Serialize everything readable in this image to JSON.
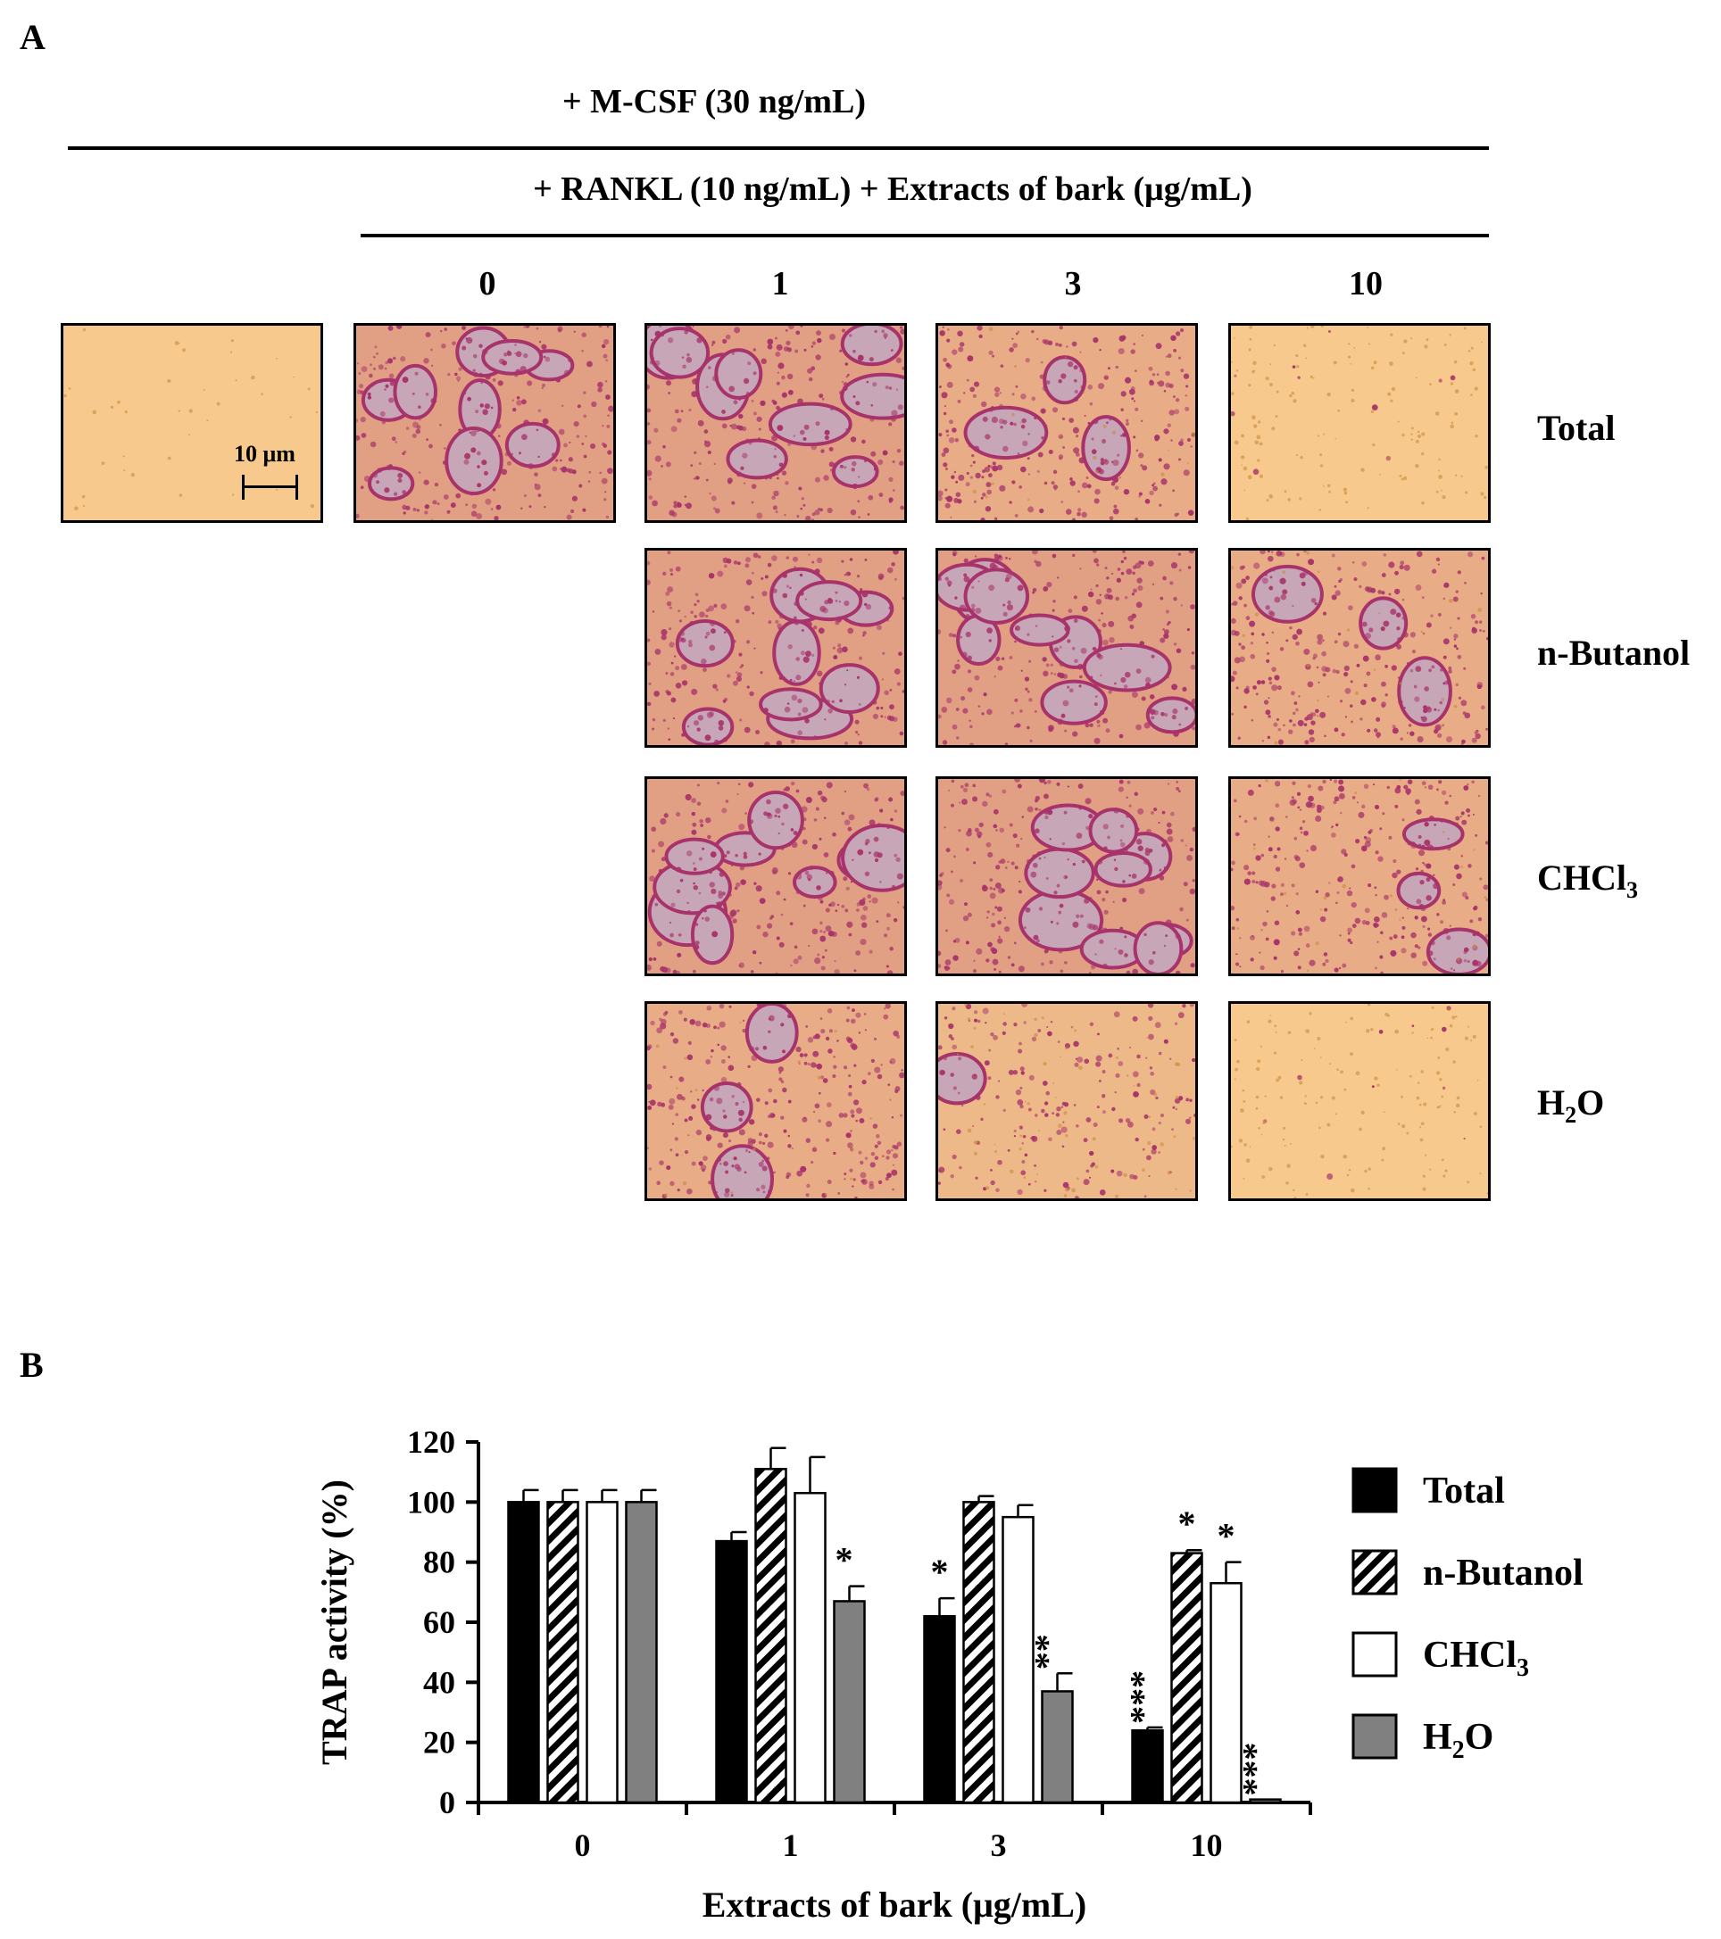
{
  "panel_a": {
    "letter": "A",
    "header1": "+ M-CSF (30 ng/mL)",
    "header2": "+ RANKL  (10 ng/mL)  + Extracts of bark (μg/mL)",
    "dose_labels": [
      "0",
      "1",
      "3",
      "10"
    ],
    "row_labels": [
      "Total",
      "n-Butanol",
      "CHCl",
      "H",
      "O"
    ],
    "scale_bar": "10 μm",
    "subscripts": {
      "chcl3": "3",
      "h2o": "2"
    },
    "colors": {
      "background": "#f7c98d",
      "stain": "#a8336a"
    }
  },
  "panel_b": {
    "letter": "B"
  },
  "chart_data": {
    "type": "bar",
    "title": "",
    "xlabel": "Extracts of bark (μg/mL)",
    "ylabel": "TRAP activity (%)",
    "ylim": [
      0,
      120
    ],
    "yticks": [
      "0",
      "20",
      "40",
      "60",
      "80",
      "100",
      "120"
    ],
    "categories": [
      "0",
      "1",
      "3",
      "10"
    ],
    "legend_position": "right",
    "legend": [
      {
        "label": "Total",
        "sub": "",
        "fill": "black"
      },
      {
        "label": "n-Butanol",
        "sub": "",
        "fill": "hatch"
      },
      {
        "label": "CHCl",
        "sub": "3",
        "fill": "white"
      },
      {
        "label": "H",
        "sub": "2",
        "tail": "O",
        "fill": "gray"
      }
    ],
    "series": [
      {
        "name": "Total",
        "values": [
          100,
          87,
          62,
          24
        ],
        "errors": [
          4,
          3,
          6,
          1
        ],
        "stars": [
          "",
          "",
          "*",
          "***"
        ],
        "fill": "#000000"
      },
      {
        "name": "n-Butanol",
        "values": [
          100,
          111,
          100,
          83
        ],
        "errors": [
          4,
          7,
          2,
          1
        ],
        "stars": [
          "",
          "",
          "",
          "*"
        ],
        "fill": "hatch"
      },
      {
        "name": "CHCl3",
        "values": [
          100,
          103,
          95,
          73
        ],
        "errors": [
          4,
          12,
          4,
          7
        ],
        "stars": [
          "",
          "",
          "",
          "*"
        ],
        "fill": "#ffffff"
      },
      {
        "name": "H2O",
        "values": [
          100,
          67,
          37,
          1
        ],
        "errors": [
          4,
          5,
          6,
          0
        ],
        "stars": [
          "",
          "*",
          "**",
          "***"
        ],
        "fill": "#808080"
      }
    ]
  }
}
